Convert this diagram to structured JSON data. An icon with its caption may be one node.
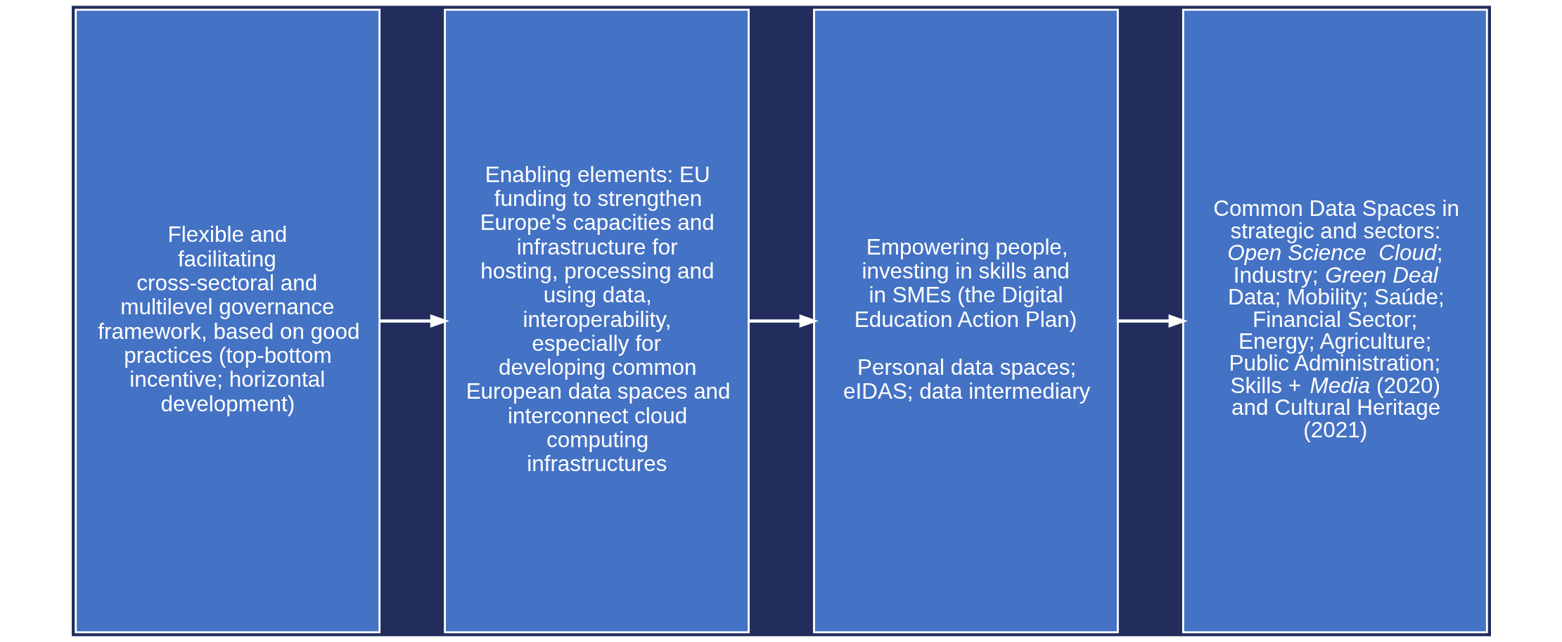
{
  "diagram": {
    "nodes": [
      {
        "text": [
          "Flexible and facilitating cross-sectoral and multilevel governance framework, based on good practices (top-bottom incentive; horizontal development)"
        ]
      },
      {
        "text": [
          "Enabling elements: EU funding to strengthen Europe's capacities and infrastructure for hosting, processing and using data, interoperability, especially for developing common European data spaces and interconnect cloud computing infrastructures"
        ]
      },
      {
        "text": [
          "Empowering people, investing in skills and in SMEs (the Digital Education Action Plan)",
          "Personal data spaces; eIDAS; data intermediary"
        ]
      },
      {
        "text": [
          "Common Data Spaces in strategic and sectors: *Open Science  Cloud*; Industry; *Green Deal* Data; Mobility; Saúde; Financial Sector; Energy; Agriculture; Public Administration; Skills + *Media* (2020) and Cultural Heritage (2021)"
        ]
      }
    ],
    "edges": [
      {
        "from": 0,
        "to": 1,
        "arrow": "to"
      },
      {
        "from": 1,
        "to": 2,
        "arrow": "to"
      },
      {
        "from": 2,
        "to": 3,
        "arrow": "to"
      }
    ]
  }
}
